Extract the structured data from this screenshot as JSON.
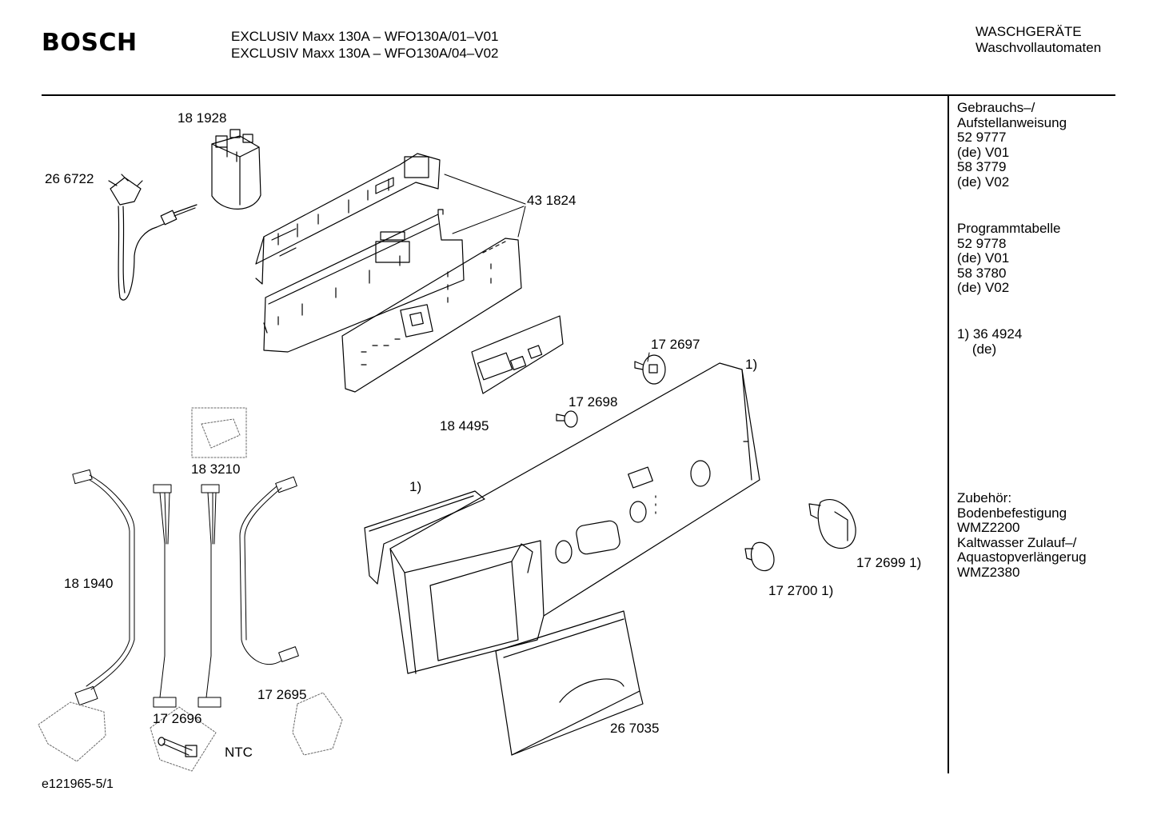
{
  "header": {
    "brand": "BOSCH",
    "model_lines": [
      "EXCLUSIV Maxx 130A – WFO130A/01–V01",
      "EXCLUSIV Maxx 130A – WFO130A/04–V02"
    ],
    "category_lines": [
      "WASCHGERÄTE",
      "Waschvollautomaten"
    ]
  },
  "sidebar": {
    "manual": "Gebrauchs–/\nAufstellanweisung\n52 9777\n(de) V01\n58 3779\n(de) V02",
    "program_table": "Programmtabelle\n52 9778\n(de) V01\n58 3780\n(de) V02",
    "note_1": "1) 36 4924\n    (de)",
    "accessories": "Zubehör:\nBodenbefestigung\nWMZ2200\nKaltwasser Zulauf–/\nAquastopverlängerug\nWMZ2380"
  },
  "parts": [
    {
      "id": "p-181928",
      "label": "18 1928"
    },
    {
      "id": "p-266722",
      "label": "26 6722"
    },
    {
      "id": "p-431824",
      "label": "43 1824"
    },
    {
      "id": "p-172697",
      "label": "17 2697"
    },
    {
      "id": "p-note1-top",
      "label": "1)"
    },
    {
      "id": "p-172698",
      "label": "17 2698"
    },
    {
      "id": "p-184495",
      "label": "18 4495"
    },
    {
      "id": "p-183210",
      "label": "18 3210"
    },
    {
      "id": "p-note1-left",
      "label": "1)"
    },
    {
      "id": "p-181940",
      "label": "18 1940"
    },
    {
      "id": "p-172699",
      "label": "17 2699 1)"
    },
    {
      "id": "p-172700",
      "label": "17 2700 1)"
    },
    {
      "id": "p-172695",
      "label": "17 2695"
    },
    {
      "id": "p-172696",
      "label": "17 2696"
    },
    {
      "id": "p-ntc",
      "label": "NTC"
    },
    {
      "id": "p-267035",
      "label": "26 7035"
    }
  ],
  "footer": {
    "drawing_id": "e121965-5/1"
  }
}
